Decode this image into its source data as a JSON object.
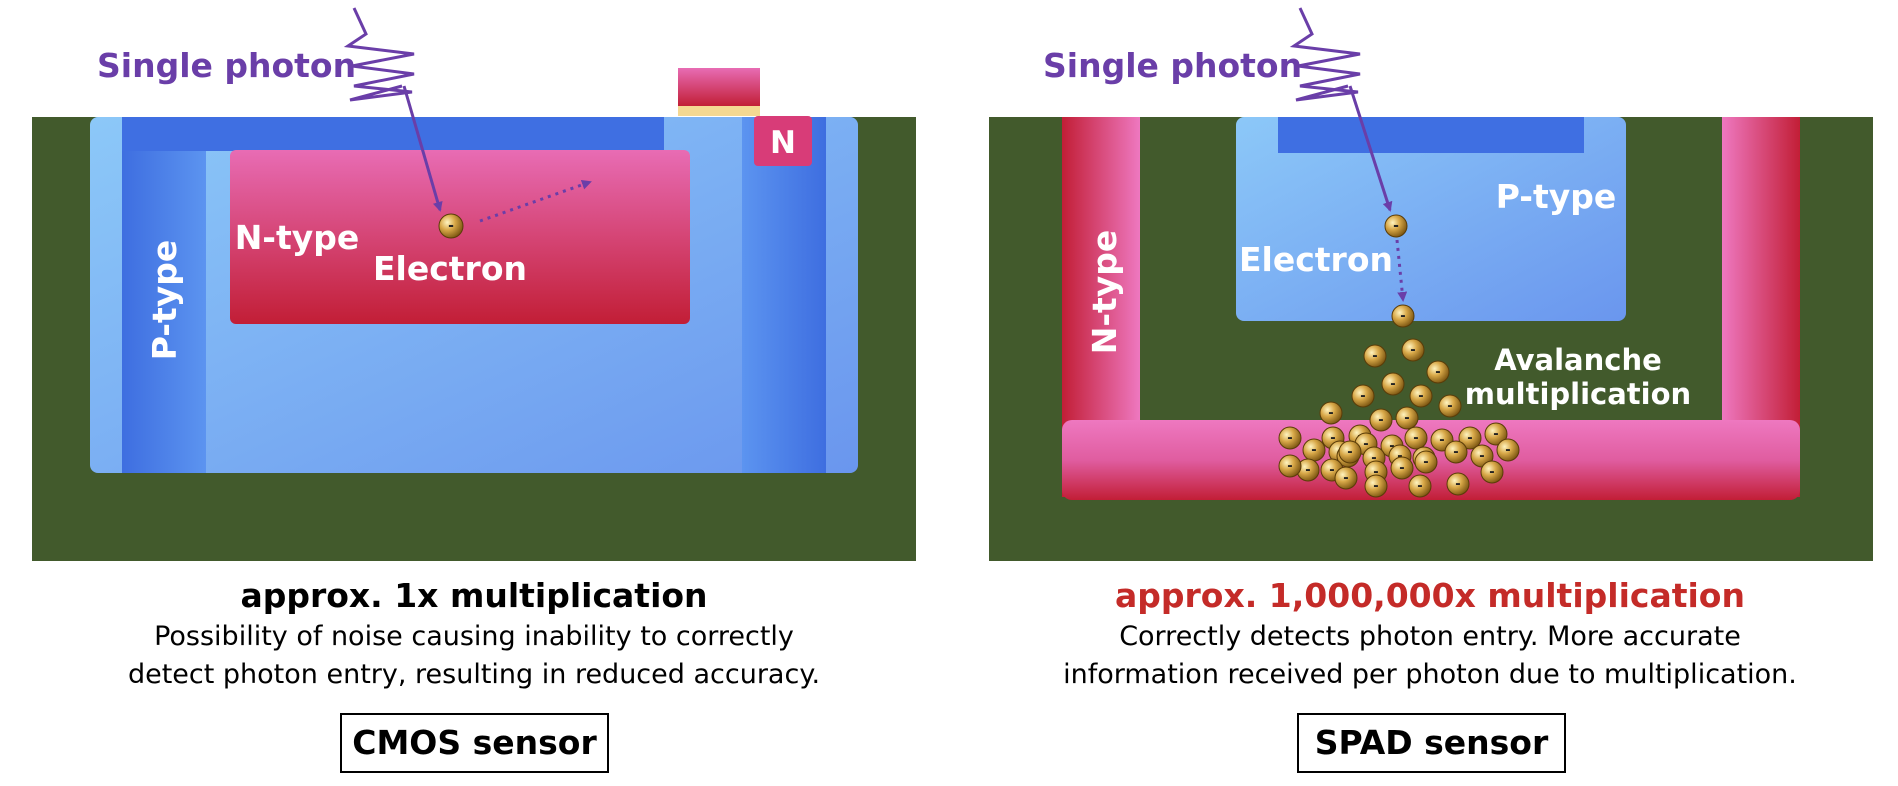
{
  "colors": {
    "substrate": "#425a2c",
    "p_region": "#79b4f4",
    "p_dark": "#4a7ae0",
    "n_region": "#e05da0",
    "n_dark": "#c02038",
    "photon": "#6a3ea8",
    "highlight_red": "#c42b28"
  },
  "left": {
    "photon_label": "Single photon",
    "n_type_label": "N-type",
    "p_type_label": "P-type",
    "electron_label": "Electron",
    "n_contact_label": "N",
    "multiplication_title": "approx. 1x multiplication",
    "description_line1": "Possibility of noise causing inability to correctly",
    "description_line2": "detect photon entry, resulting in reduced accuracy.",
    "sensor_name": "CMOS sensor"
  },
  "right": {
    "photon_label": "Single photon",
    "p_type_label": "P-type",
    "n_type_label": "N-type",
    "electron_label": "Electron",
    "avalanche_line1": "Avalanche",
    "avalanche_line2": "multiplication",
    "multiplication_title": "approx. 1,000,000x multiplication",
    "description_line1": "Correctly detects photon entry. More accurate",
    "description_line2": "information received per photon due to multiplication.",
    "sensor_name": "SPAD sensor"
  },
  "electron_symbol": "-"
}
